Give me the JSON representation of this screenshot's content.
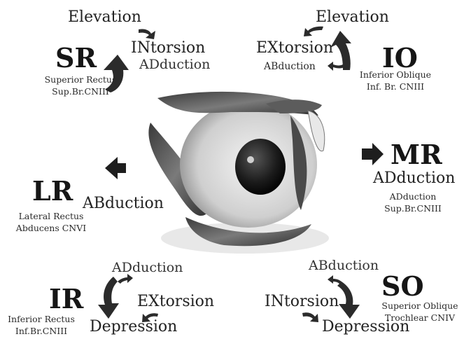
{
  "colors": {
    "ink": "#161616",
    "arrow": "#2b2b2b",
    "background": "#ffffff",
    "sclera": "#e8e8e8",
    "iris": "#1a1a1a"
  },
  "muscles": {
    "sr": {
      "abbr": "SR",
      "name": "Superior Rectus",
      "nerve": "Sup.Br.CNIII",
      "primary": "Elevation",
      "secondary": "INtorsion",
      "tertiary": "ADduction"
    },
    "io": {
      "abbr": "IO",
      "name": "Inferior Oblique",
      "nerve": "Inf. Br. CNIII",
      "primary": "Elevation",
      "secondary": "EXtorsion",
      "tertiary": "ABduction"
    },
    "mr": {
      "abbr": "MR",
      "action": "ADduction",
      "action2": "ADduction",
      "nerve": "Sup.Br.CNIII"
    },
    "lr": {
      "abbr": "LR",
      "action": "ABduction",
      "name": "Lateral Rectus",
      "nerve": "Abducens CNVI"
    },
    "ir": {
      "abbr": "IR",
      "name": "Inferior Rectus",
      "nerve": "Inf.Br.CNIII",
      "primary": "Depression",
      "secondary": "EXtorsion",
      "tertiary": "ADduction"
    },
    "so": {
      "abbr": "SO",
      "name": "Superior Oblique",
      "nerve": "Trochlear CNIV",
      "primary": "Depression",
      "secondary": "INtorsion",
      "tertiary": "ABduction"
    }
  }
}
